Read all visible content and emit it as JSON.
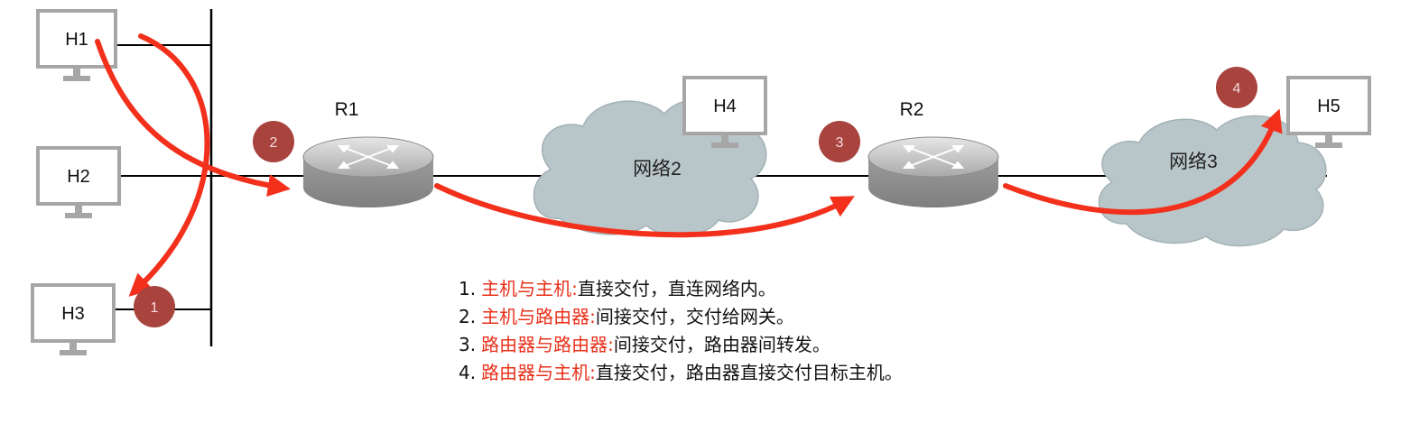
{
  "hosts": [
    {
      "id": "h1",
      "label": "H1"
    },
    {
      "id": "h2",
      "label": "H2"
    },
    {
      "id": "h3",
      "label": "H3"
    },
    {
      "id": "h4",
      "label": "H4"
    },
    {
      "id": "h5",
      "label": "H5"
    }
  ],
  "routers": [
    {
      "id": "r1",
      "label": "R1"
    },
    {
      "id": "r2",
      "label": "R2"
    }
  ],
  "networks": [
    {
      "id": "net2",
      "label": "网络2"
    },
    {
      "id": "net3",
      "label": "网络3"
    }
  ],
  "step_markers": [
    "1",
    "2",
    "3",
    "4"
  ],
  "legend": [
    {
      "num": "1.",
      "role": "主机与主机:",
      "text": "直接交付，直连网络内。"
    },
    {
      "num": "2.",
      "role": "主机与路由器:",
      "text": "间接交付，交付给网关。"
    },
    {
      "num": "3.",
      "role": "路由器与路由器:",
      "text": "间接交付，路由器间转发。"
    },
    {
      "num": "4.",
      "role": "路由器与主机:",
      "text": "直接交付，路由器直接交付目标主机。"
    }
  ],
  "colors": {
    "arrow": "#f2301c",
    "marker": "#a8433e",
    "role_text": "#e8301a",
    "monitor": "#a6a6a6",
    "cloud": "#b9c6c9"
  }
}
